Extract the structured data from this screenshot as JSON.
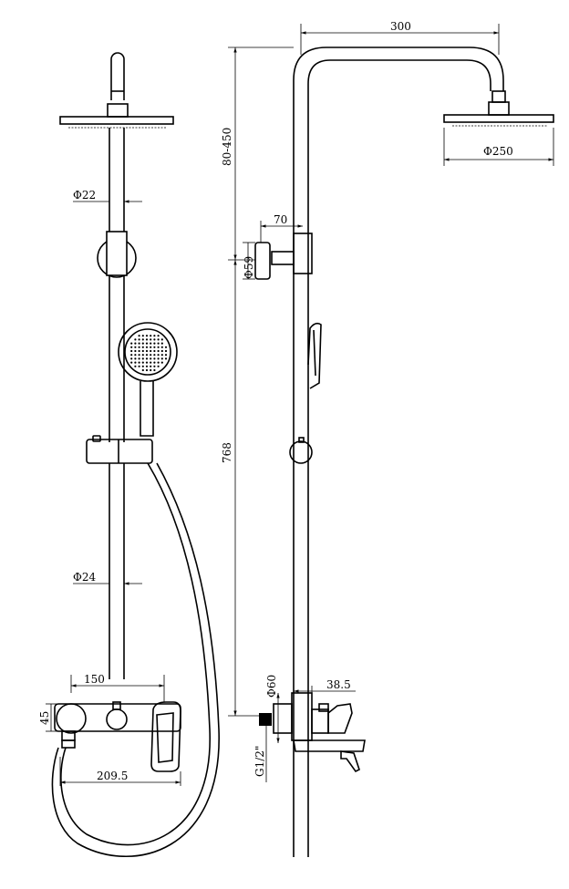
{
  "dimensions": {
    "arm_reach": "300",
    "height_adjust": "80-450",
    "head_diameter": "Φ250",
    "bracket_offset": "70",
    "bracket_diameter": "Φ59",
    "riser_length": "768",
    "rod_upper": "Φ22",
    "rod_lower": "Φ24",
    "mixer_width": "150",
    "mixer_height": "45",
    "mixer_total": "209.5",
    "mixer_depth": "38.5",
    "escutcheon": "Φ60",
    "thread": "G1/2\""
  }
}
